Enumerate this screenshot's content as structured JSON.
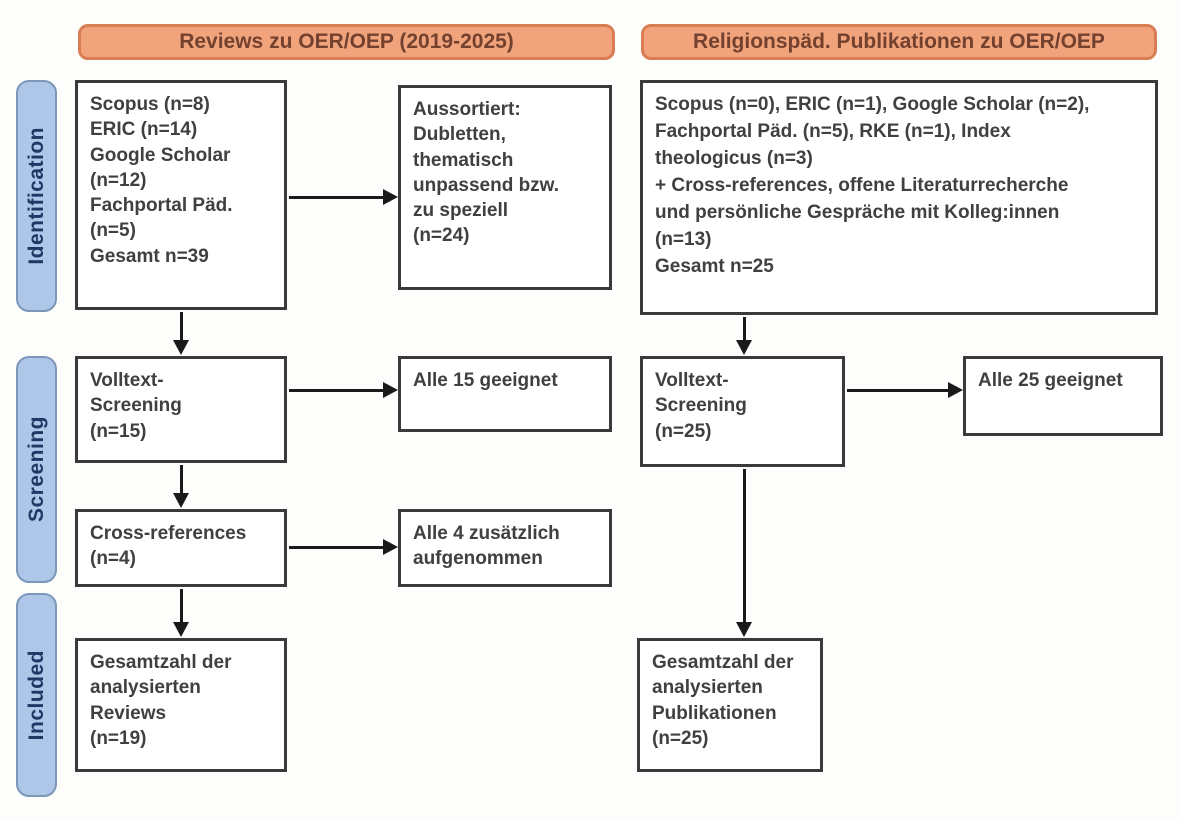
{
  "colors": {
    "page_bg": "#fdfdfc",
    "header_fill": "#f1a47c",
    "header_border": "#d97e52",
    "header_text": "#74412f",
    "stage_fill": "#aec6e8",
    "stage_border": "#7d97b8",
    "stage_text": "#1f3864",
    "box_border": "#3a3a3a",
    "box_text": "#404040",
    "arrow": "#1a1a1a"
  },
  "headers": {
    "left": {
      "label": "Reviews zu OER/OEP (2019-2025)"
    },
    "right": {
      "label": "Religionspäd. Publikationen zu OER/OEP"
    }
  },
  "stages": [
    {
      "label": "Identification"
    },
    {
      "label": "Screening"
    },
    {
      "label": "Included"
    }
  ],
  "boxes": {
    "left_sources": "Scopus (n=8)\nERIC (n=14)\nGoogle Scholar\n(n=12)\nFachportal Päd.\n(n=5)\nGesamt n=39",
    "left_excluded": "Aussortiert:\nDubletten,\nthematisch\nunpassend bzw.\nzu speziell\n(n=24)",
    "left_fulltext": "Volltext-\nScreening\n(n=15)",
    "left_eligible": "Alle 15 geeignet",
    "left_crossref": "Cross-references\n(n=4)",
    "left_added": "Alle 4 zusätzlich\naufgenommen",
    "left_total": "Gesamtzahl der\nanalysierten\nReviews\n(n=19)",
    "right_sources": "Scopus (n=0), ERIC (n=1), Google Scholar (n=2),\nFachportal Päd. (n=5), RKE (n=1), Index\ntheologicus (n=3)\n+ Cross-references, offene Literaturrecherche\nund persönliche Gespräche mit Kolleg:innen\n(n=13)\nGesamt n=25",
    "right_fulltext": "Volltext-\nScreening\n(n=25)",
    "right_eligible": "Alle 25 geeignet",
    "right_total": "Gesamtzahl der\nanalysierten\nPublikationen\n(n=25)"
  }
}
